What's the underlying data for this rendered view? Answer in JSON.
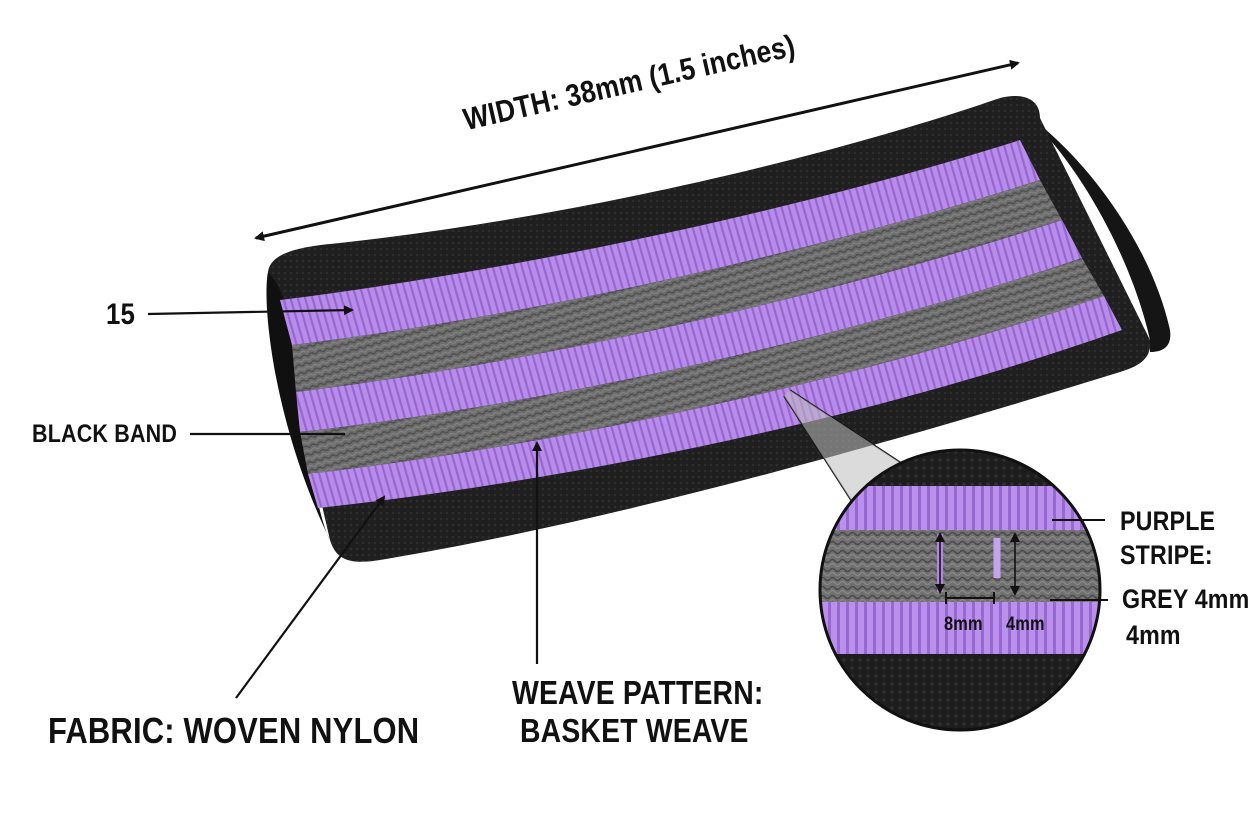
{
  "labels": {
    "width": "WIDTH: 38mm (1.5 inches)",
    "count": "15",
    "black_band": "BLACK BAND",
    "fabric": "FABRIC: WOVEN NYLON",
    "weave_line1": "WEAVE PATTERN:",
    "weave_line2": "BASKET WEAVE",
    "purple_line1": "PURPLE",
    "purple_line2": "STRIPE:",
    "grey_line1": "GREY 4mm",
    "grey_line2": "4mm",
    "dim_8mm": "8mm",
    "dim_4mm": "4mm"
  },
  "colors": {
    "background": "#ffffff",
    "band_black": "#1e1e1e",
    "band_edge": "#0e0e0e",
    "stripe_purple": "#b489e8",
    "stripe_grey": "#6a6a6a",
    "annotation": "#111111"
  }
}
